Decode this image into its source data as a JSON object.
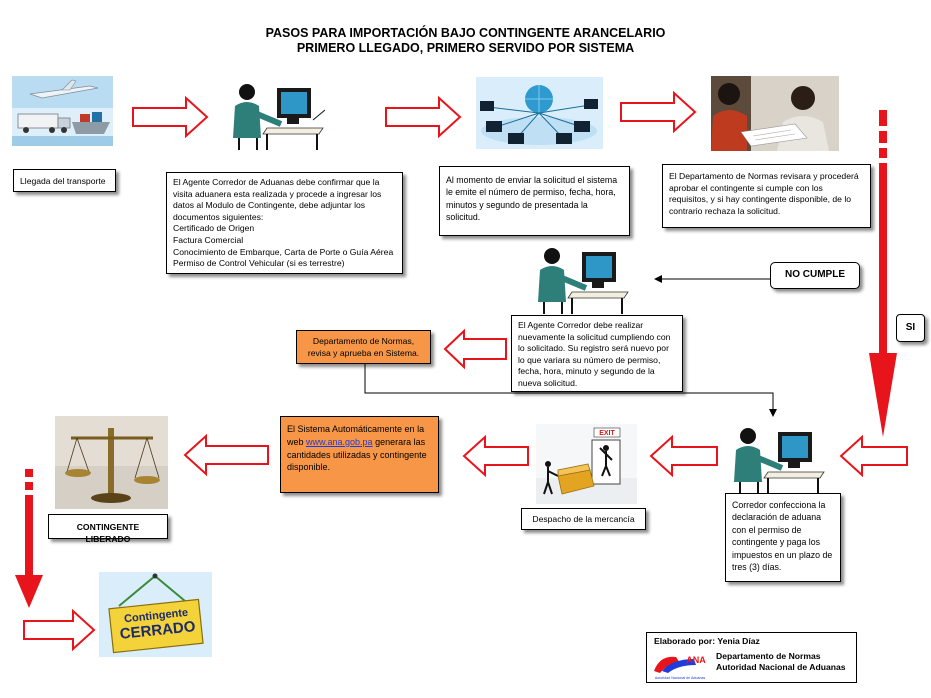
{
  "title": {
    "line1": "PASOS PARA IMPORTACIÓN BAJO CONTINGENTE ARANCELARIO",
    "line2": "PRIMERO LLEGADO, PRIMERO SERVIDO POR SISTEMA"
  },
  "steps": {
    "transport_label": "Llegada del transporte",
    "agent_confirm": "El Agente Corredor de Aduanas debe confirmar que la visita aduanera esta realizada y procede a ingresar los datos al Modulo de Contingente, debe adjuntar los documentos siguientes:\nCertificado de Origen\nFactura Comercial\nConocimiento de Embarque, Carta de Porte o Guía Aérea\nPermiso de Control Vehicular (si es terrestre)",
    "system_number": "Al momento de enviar la solicitud el sistema le emite el número de permiso, fecha, hora, minutos y segundo  de presentada la solicitud.",
    "normas_review": "El Departamento de Normas revisara y procederá aprobar el contingente si cumple con los requisitos, y si hay contingente disponible, de lo contrario rechaza la solicitud.",
    "no_cumple": "NO CUMPLE",
    "si": "SI",
    "agent_resubmit": "El Agente Corredor debe realizar nuevamente la solicitud cumpliendo con lo solicitado.  Su registro será nuevo por lo que variara su número de permiso, fecha, hora, minuto y segundo de la nueva solicitud.",
    "normas_approve": "Departamento de Normas, revisa y aprueba en Sistema.",
    "system_auto_before": "El Sistema Automáticamente en la web ",
    "system_auto_link": "www.ana.gob.pa",
    "system_auto_after": " generara las cantidades utilizadas y contingente disponible.",
    "dispatch_label": "Despacho de la mercancía",
    "corredor_declaration": "Corredor confecciona la declaración de aduana con el permiso de contingente y paga  los impuestos en un plazo de tres (3) días.",
    "released_label": "CONTINGENTE LIBERADO",
    "sign_line1": "Contingente",
    "sign_line2": "CERRADO",
    "exit_sign": "EXIT"
  },
  "footer": {
    "author": "Elaborado por: Yenia Díaz",
    "department": "Departamento de Normas",
    "authority": "Autoridad Nacional de Aduanas",
    "logo_text": "ANA",
    "logo_caption": "Autoridad Nacional de Aduanas"
  },
  "colors": {
    "red": "#e8141c",
    "orange": "#f79646",
    "teal": "#2e7f7a",
    "sky": "#d9eefa"
  }
}
